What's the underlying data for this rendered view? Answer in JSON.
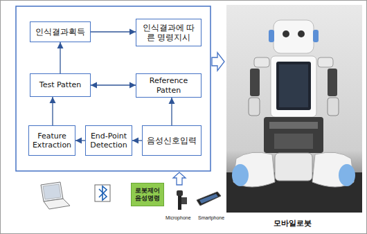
{
  "diagram": {
    "nodes": [
      {
        "text": [
          "인식결과획득"
        ]
      },
      {
        "text": [
          "인식결과에 따른 명령지시"
        ]
      },
      {
        "text": [
          "Test Patten"
        ]
      },
      {
        "text": [
          "Reference Patten"
        ]
      },
      {
        "text": [
          "Feature Extraction"
        ]
      },
      {
        "text": [
          "End-Point Detection"
        ]
      },
      {
        "text": [
          "음성신호입력"
        ]
      },
      {
        "text": [
          "로봇제어 음성명령"
        ]
      }
    ],
    "edges": [
      {
        "from": 4,
        "to": 2,
        "arrow": "to"
      },
      {
        "from": 2,
        "to": 0,
        "arrow": "to"
      },
      {
        "from": 0,
        "to": 1,
        "arrow": "to"
      },
      {
        "from": 2,
        "to": 3,
        "arrow": "both"
      },
      {
        "from": 6,
        "to": 3,
        "arrow": "to"
      },
      {
        "from": 6,
        "to": 5,
        "arrow": "to"
      },
      {
        "from": 5,
        "to": 4,
        "arrow": "to"
      }
    ],
    "labels": [
      "Microphone",
      "Smartphone",
      "모바일로봇"
    ]
  }
}
